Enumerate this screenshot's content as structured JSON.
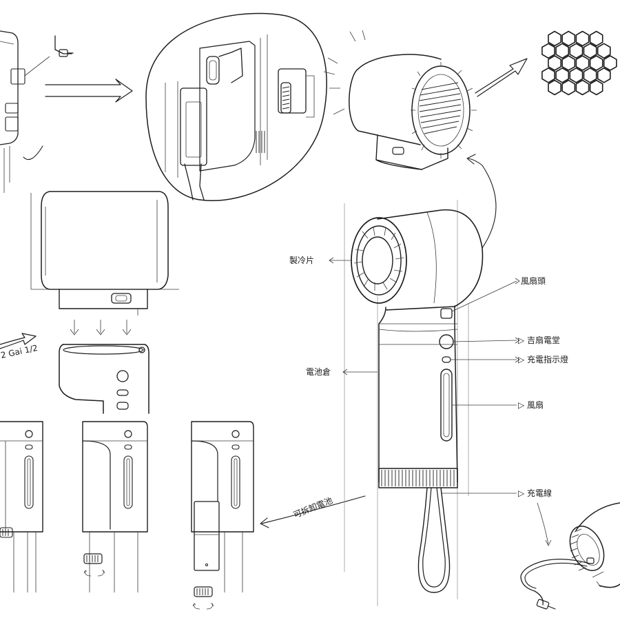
{
  "sheet": {
    "type": "product-design-sketch"
  },
  "labels": {
    "cooling_plate": "製冷片",
    "fan_head": "風扇頭",
    "fan_speed_button": "▷ 吉扇電堂",
    "charge_indicator": "▷ 充電指示燈",
    "speed_control": "▷ 風扇",
    "battery_compartment": "電池倉",
    "charging_cable": "▷ 充電線",
    "removable_battery": "可拆卸電池",
    "left_arrow_note": "2 Gai 1/2"
  },
  "icons": {
    "honeycomb": "honeycomb-icon",
    "usb_plug": "usb-plug-icon",
    "rotate_arrows": "rotate-arrows-icon"
  },
  "honeycomb": {
    "rows": 5,
    "cols": 5
  }
}
